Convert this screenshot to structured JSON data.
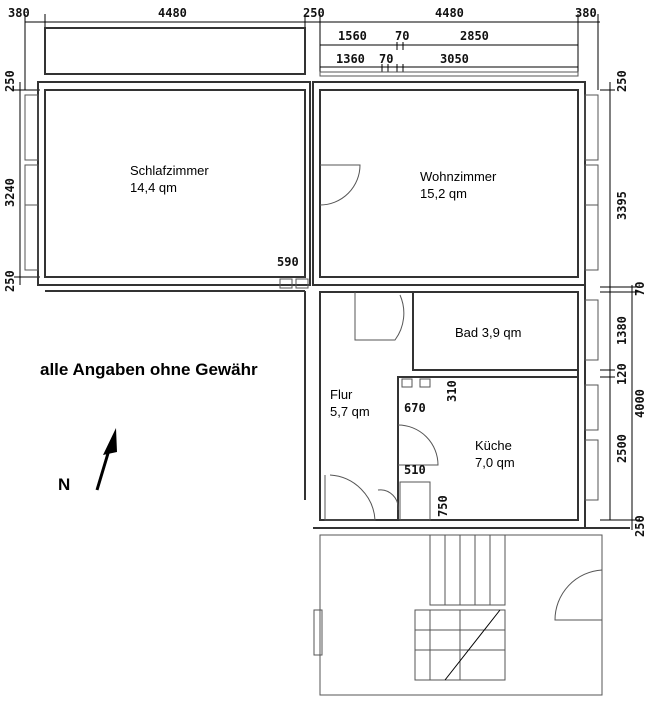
{
  "dimensions": {
    "top_row": [
      "380",
      "4480",
      "250",
      "4480",
      "380"
    ],
    "top_sub1": [
      "1560",
      "70",
      "2850"
    ],
    "top_sub2": [
      "1360",
      "70",
      "3050"
    ],
    "left": [
      "250",
      "3240",
      "250"
    ],
    "right": [
      "250",
      "3395",
      "70",
      "1380",
      "120",
      "4000",
      "2500",
      "250"
    ],
    "inner": {
      "d590": "590",
      "d670": "670",
      "d310": "310",
      "d510": "510",
      "d750": "750"
    }
  },
  "rooms": {
    "schlafzimmer": {
      "name": "Schlafzimmer",
      "area": "14,4 qm"
    },
    "wohnzimmer": {
      "name": "Wohnzimmer",
      "area": "15,2 qm"
    },
    "bad": {
      "label": "Bad 3,9 qm"
    },
    "flur": {
      "name": "Flur",
      "area": "5,7 qm"
    },
    "kueche": {
      "name": "Küche",
      "area": "7,0 qm"
    }
  },
  "note": "alle Angaben ohne Gewähr",
  "north_label": "N"
}
